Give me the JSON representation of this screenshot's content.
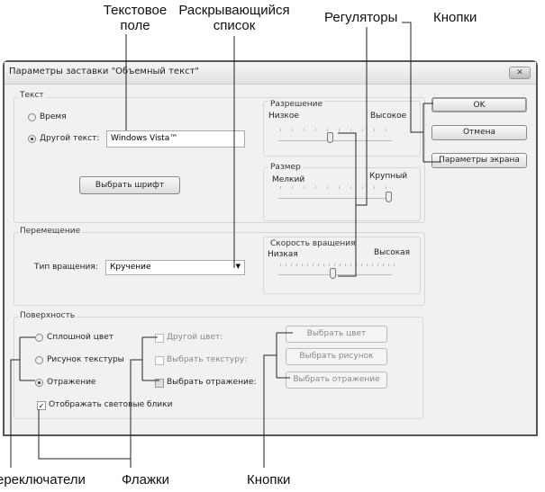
{
  "callouts": {
    "text_field": "Текстовое поле",
    "dropdown": "Раскрывающийся список",
    "sliders": "Регуляторы",
    "buttons_top": "Кнопки",
    "radios": "ереключатели",
    "checkboxes": "Флажки",
    "buttons_bottom": "Кнопки"
  },
  "dialog": {
    "title": "Параметры заставки \"Объемный текст\"",
    "close_icon": "close-icon",
    "close_label": "✕"
  },
  "text_group": {
    "label": "Текст",
    "radio_time": "Время",
    "radio_other": "Другой текст:",
    "text_value": "Windows Vista™",
    "font_button": "Выбрать шрифт",
    "selected": "Другой текст:"
  },
  "resolution": {
    "label": "Разрешение",
    "min": "Низкое",
    "max": "Высокое",
    "value_percent": 45
  },
  "size": {
    "label": "Размер",
    "min": "Мелкий",
    "max": "Крупный",
    "value_percent": 100
  },
  "speed": {
    "label": "Скорость вращения",
    "min": "Низкая",
    "max": "Высокая",
    "value_percent": 48
  },
  "buttons": {
    "ok": "OK",
    "cancel": "Отмена",
    "screen": "Параметры экрана"
  },
  "motion": {
    "label": "Перемещение",
    "type_label": "Тип вращения:",
    "type_value": "Кручение"
  },
  "surface": {
    "label": "Поверхность",
    "radio_solid": "Сплошной цвет",
    "radio_texture": "Рисунок текстуры",
    "radio_reflection": "Отражение",
    "selected": "Отражение",
    "chk_color": "Другой цвет:",
    "chk_texture": "Выбрать текстуру:",
    "chk_reflection": "Выбрать отражение:",
    "chk_highlights": "Отображать световые блики",
    "highlights_checked": true,
    "btn_color": "Выбрать цвет",
    "btn_picture": "Выбрать рисунок",
    "btn_reflection": "Выбрать отражение"
  }
}
